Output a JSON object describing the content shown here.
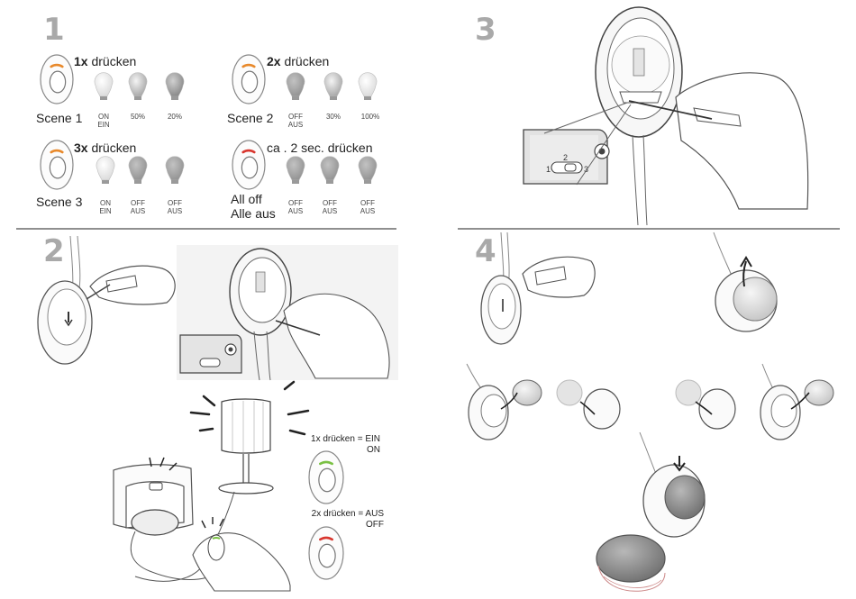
{
  "steps": [
    "1",
    "2",
    "3",
    "4"
  ],
  "colors": {
    "orange": "#e8892b",
    "green": "#7ac043",
    "red": "#d8362e",
    "gray": "#a9a9a9"
  },
  "step1": {
    "scene1": {
      "press": "1x",
      "press_text": "drücken",
      "name": "Scene 1",
      "bulbs": [
        {
          "line1": "ON",
          "line2": "EIN"
        },
        {
          "line1": "50%",
          "line2": ""
        },
        {
          "line1": "20%",
          "line2": ""
        }
      ]
    },
    "scene2": {
      "press": "2x",
      "press_text": "drücken",
      "name": "Scene 2",
      "bulbs": [
        {
          "line1": "OFF",
          "line2": "AUS"
        },
        {
          "line1": "30%",
          "line2": ""
        },
        {
          "line1": "100%",
          "line2": ""
        }
      ]
    },
    "scene3": {
      "press": "3x",
      "press_text": "drücken",
      "name": "Scene 3",
      "bulbs": [
        {
          "line1": "ON",
          "line2": "EIN"
        },
        {
          "line1": "OFF",
          "line2": "AUS"
        },
        {
          "line1": "OFF",
          "line2": "AUS"
        }
      ]
    },
    "alloff": {
      "press_text": "ca . 2 sec. drücken",
      "name_line1": "All off",
      "name_line2": "Alle aus",
      "bulbs": [
        {
          "line1": "OFF",
          "line2": "AUS"
        },
        {
          "line1": "OFF",
          "line2": "AUS"
        },
        {
          "line1": "OFF",
          "line2": "AUS"
        }
      ]
    }
  },
  "step2": {
    "on_note_line1": "1x drücken = EIN",
    "on_note_line2": "ON",
    "off_note_line1": "2x drücken = AUS",
    "off_note_line2": "OFF"
  },
  "switch_labels": [
    "1",
    "2",
    "3"
  ]
}
